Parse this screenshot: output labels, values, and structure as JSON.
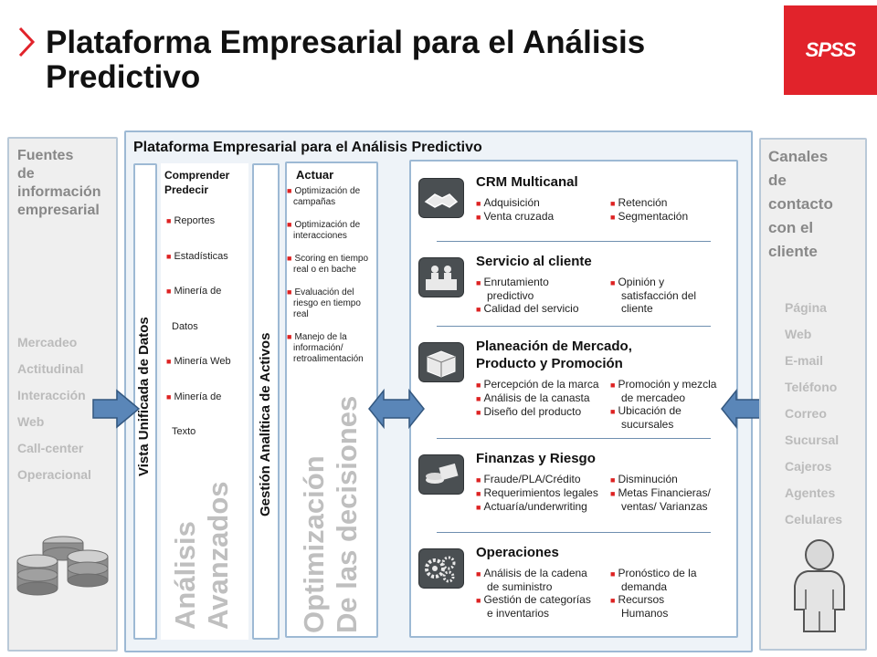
{
  "header": {
    "title_line1": "Plataforma Empresarial para el Análisis",
    "title_line2": "Predictivo",
    "logo_text": "SPSS"
  },
  "left_panel": {
    "title_lines": [
      "Fuentes",
      "de",
      "información",
      "empresarial"
    ],
    "items": [
      "Mercadeo",
      "Actitudinal",
      "Interacción",
      "Web",
      "Call-center",
      "Operacional"
    ],
    "icon": "database-icon"
  },
  "platform": {
    "title": "Plataforma Empresarial para el Análisis Predictivo",
    "vista_label": "Vista Unificada de Datos",
    "gestion_label": "Gestión Analítica de Activos",
    "analisis": {
      "head_lines": [
        "Comprender",
        "Predecir"
      ],
      "items": [
        "Reportes",
        "Estadísticas",
        "Minería de",
        "Datos",
        "Minería Web",
        "Minería de",
        "Texto"
      ],
      "big_lines": [
        "Análisis",
        "Avanzados"
      ]
    },
    "actuar": {
      "head": "Actuar",
      "items": [
        [
          "Optimización de",
          "campañas"
        ],
        [
          "Optimización de",
          "interacciones"
        ],
        [
          "Scoring en tiempo",
          "real o en bache"
        ],
        [
          "Evaluación del",
          "riesgo en tiempo",
          "real"
        ],
        [
          "Manejo de la",
          "información/",
          "retroalimentación"
        ]
      ],
      "big_lines": [
        "Optimización",
        "De las decisiones"
      ]
    }
  },
  "sections": [
    {
      "title": [
        "CRM Multicanal"
      ],
      "icon": "handshake-icon",
      "left": [
        [
          "Adquisición"
        ],
        [
          "Venta cruzada"
        ]
      ],
      "right": [
        [
          "Retención"
        ],
        [
          "Segmentación"
        ]
      ]
    },
    {
      "title": [
        "Servicio al cliente"
      ],
      "icon": "service-desk-icon",
      "left": [
        [
          "Enrutamiento",
          "predictivo"
        ],
        [
          "Calidad del servicio"
        ]
      ],
      "right": [
        [
          "Opinión y",
          "satisfacción del",
          "cliente"
        ]
      ]
    },
    {
      "title": [
        "Planeación de Mercado,",
        "Producto y Promoción"
      ],
      "icon": "box-icon",
      "left": [
        [
          "Percepción de la marca"
        ],
        [
          "Análisis de la canasta"
        ],
        [
          "Diseño del producto"
        ]
      ],
      "right": [
        [
          "Promoción y mezcla",
          "de mercadeo"
        ],
        [
          "Ubicación de",
          "sucursales"
        ]
      ]
    },
    {
      "title": [
        "Finanzas y Riesgo"
      ],
      "icon": "money-icon",
      "left": [
        [
          "Fraude/PLA/Crédito"
        ],
        [
          "Requerimientos legales"
        ],
        [
          "Actuaría/underwriting"
        ]
      ],
      "right": [
        [
          "Disminución"
        ],
        [
          "Metas Financieras/",
          "ventas/ Varianzas"
        ]
      ]
    },
    {
      "title": [
        "Operaciones"
      ],
      "icon": "gears-icon",
      "left": [
        [
          "Análisis de la cadena",
          "de suministro"
        ],
        [
          "Gestión de categorías",
          "e inventarios"
        ]
      ],
      "right": [
        [
          "Pronóstico de la",
          "demanda"
        ],
        [
          "Recursos",
          "Humanos"
        ]
      ]
    }
  ],
  "right_panel": {
    "title_lines": [
      "Canales",
      "de",
      "contacto",
      "con el",
      "cliente"
    ],
    "items": [
      "Página",
      "Web",
      "E-mail",
      "Teléfono",
      "Correo",
      "Sucursal",
      "Cajeros",
      "Agentes",
      "Celulares"
    ],
    "icon": "person-icon"
  },
  "colors": {
    "accent_red": "#e1232b",
    "panel_border": "#9db9d4",
    "arrow_blue": "#5a86b8"
  }
}
